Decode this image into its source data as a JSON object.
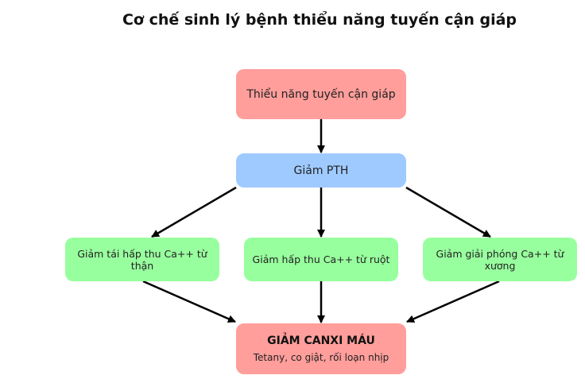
{
  "title": "Cơ chế sinh lý bệnh thiểu năng tuyến cận giáp",
  "colors": {
    "red": "#ff9e9b",
    "blue": "#9fcaff",
    "green": "#98ff9e",
    "arrow": "#000000"
  },
  "nodes": {
    "top": "Thiểu năng tuyến cận giáp",
    "pth": "Giảm PTH",
    "kidney": "Giảm tái hấp thu Ca++ từ thận",
    "intestine": "Giảm hấp thu Ca++ từ ruột",
    "bone": "Giảm giải phóng Ca++ từ xương",
    "result_title": "GIẢM CANXI MÁU",
    "result_sub": "Tetany, co giật, rối loạn nhịp"
  }
}
